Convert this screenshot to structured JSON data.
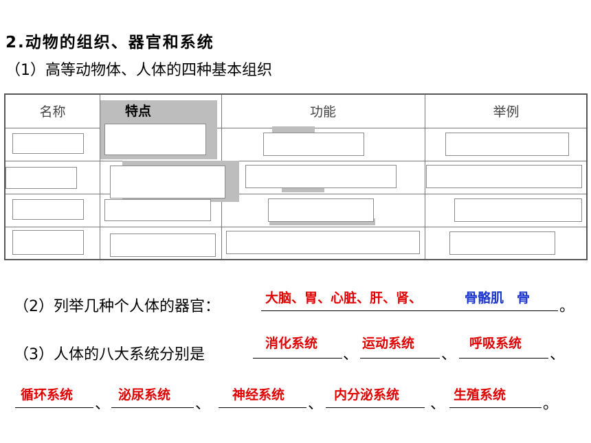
{
  "heading": "2.动物的组织、器官和系统",
  "subheading": "（1）高等动物体、人体的四种基本组织",
  "table": {
    "headers": [
      "名称",
      "特点",
      "功能",
      "举例"
    ]
  },
  "q2": {
    "label": "（2）列举几种个人体的器官：",
    "answer_red": "大脑、胃、心脏、肝、肾、",
    "answer_blue": "骨骼肌　骨",
    "end": "。"
  },
  "q3": {
    "label": "（3）人体的八大系统分别是",
    "systems": [
      "消化系统",
      "运动系统",
      "呼吸系统",
      "循环系统",
      "泌尿系统",
      "神经系统",
      "内分泌系统",
      "生殖系统"
    ],
    "sep": "、",
    "end": "。"
  },
  "colors": {
    "answer": "#e00000",
    "answer_alt": "#1a33cc"
  }
}
